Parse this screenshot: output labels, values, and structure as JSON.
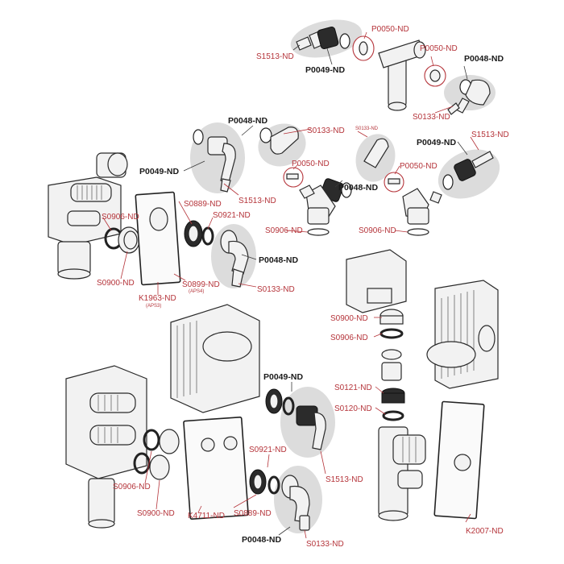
{
  "labels": {
    "s1513_top": "S1513-ND",
    "p0049_top": "P0049-ND",
    "p0050_top1": "P0050-ND",
    "p0050_top2": "P0050-ND",
    "p0048_top": "P0048-ND",
    "s0133_top": "S0133-ND",
    "p0048_mid": "P0048-ND",
    "s0133_mid": "S0133-ND",
    "s0133_mid2": "S0133-ND",
    "p0049_mid_right": "P0049-ND",
    "s1513_mid_right": "S1513-ND",
    "p0049_mid_left": "P0049-ND",
    "p0050_mid1": "P0050-ND",
    "p0048_mid_center": "P0048-ND",
    "p0050_mid2": "P0050-ND",
    "s1513_mid_left": "S1513-ND",
    "s0889_mid": "S0889-ND",
    "s0921_mid": "S0921-ND",
    "s0906_mid_left": "S0906-ND",
    "s0906_mid_center": "S0906-ND",
    "s0906_mid_right": "S0906-ND",
    "p0048_mid_left": "P0048-ND",
    "s0900_mid_left": "S0900-ND",
    "s0899_mid": "S0899-ND",
    "aps4": "(APS4)",
    "s0133_mid3": "S0133-ND",
    "k1963": "K1963-ND",
    "aps3": "(APS3)",
    "s0900_right": "S0900-ND",
    "s0906_right": "S0906-ND",
    "p0049_bottom": "P0049-ND",
    "s0121": "S0121-ND",
    "s0120": "S0120-ND",
    "s0921_bottom": "S0921-ND",
    "s1513_bottom": "S1513-ND",
    "s0906_bottom_left": "S0906-ND",
    "s0900_bottom_left": "S0900-ND",
    "s0889_bottom": "S0889-ND",
    "k4711": "K4711-ND",
    "p0048_bottom": "P0048-ND",
    "s0133_bottom": "S0133-ND",
    "k2007": "K2007-ND"
  },
  "colors": {
    "label_red": "#b5343a",
    "label_dark": "#1a1a1a",
    "group_bg": "#dcdcdc"
  }
}
